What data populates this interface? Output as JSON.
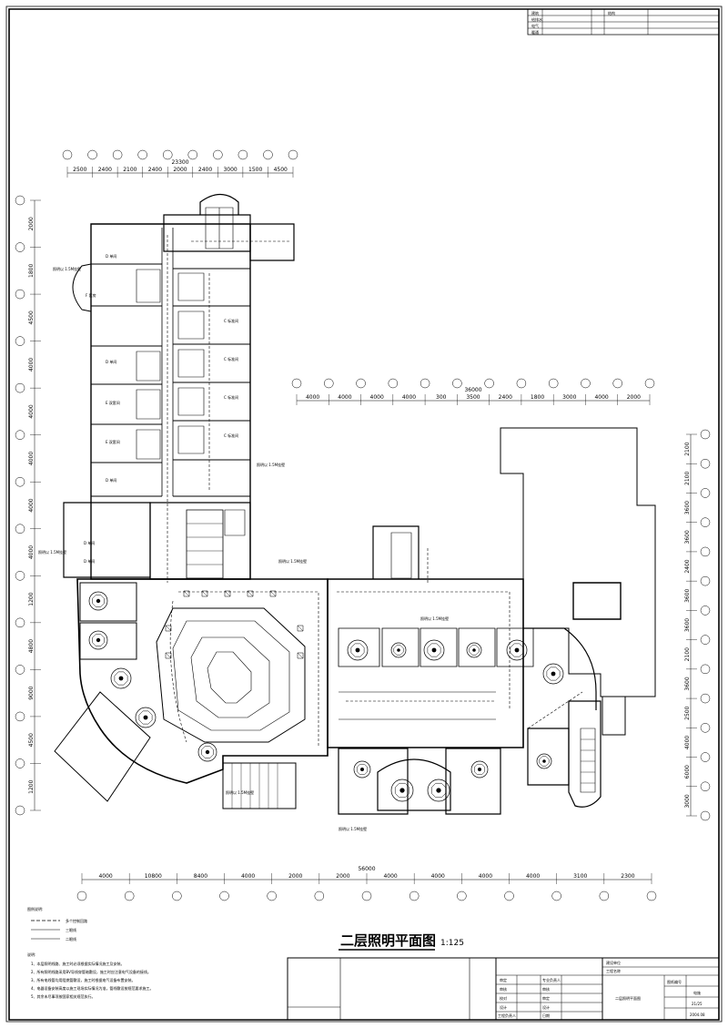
{
  "drawing_title": "二层照明平面图",
  "scale": "1:125",
  "top_dims_a": [
    "2500",
    "2400",
    "2100",
    "2400",
    "2000",
    "2400",
    "3000",
    "1500",
    "4500"
  ],
  "top_total_a": "23300",
  "mid_dims_b": [
    "4000",
    "4000",
    "4000",
    "4000",
    "300",
    "3500",
    "2400",
    "1800",
    "3000",
    "4000",
    "2000"
  ],
  "mid_total_b": "36000",
  "bottom_dims": [
    "4000",
    "10800",
    "8400",
    "4000",
    "2000",
    "2000",
    "4000",
    "4000",
    "4000",
    "4000",
    "3100",
    "2300"
  ],
  "bottom_total": "56000",
  "left_dims": [
    "2000",
    "1800",
    "4500",
    "4000",
    "4000",
    "4000",
    "4000",
    "4000",
    "1200",
    "4800",
    "9000",
    "4500",
    "1200"
  ],
  "right_dims": [
    "2100",
    "2100",
    "3600",
    "3600",
    "2400",
    "3600",
    "3600",
    "2100",
    "3600",
    "2500",
    "4000",
    "6000",
    "3000"
  ],
  "room_labels": [
    "D 单间",
    "F 套房",
    "C 标准间",
    "D 单间",
    "E 双套间",
    "E 双套间",
    "D 单间",
    "C 标准间",
    "C 标准间",
    "C 标准间",
    "D 单间",
    "D 单间"
  ],
  "annotations": [
    "照明以 1.5M挂壁",
    "照明以 1.5M挂壁",
    "照明以 1.5M挂壁",
    "照明以 1.5M挂壁",
    "照明以 1.5M挂壁",
    "照明以 1.5M挂壁",
    "照明以 1.5M挂壁"
  ],
  "legend_title": "图例说明:",
  "legend_items": [
    "多个控制回路",
    "三眼线",
    "二眼线"
  ],
  "notes_title": "说明:",
  "notes": [
    "1、本层照明线路、施工时必须根据实际情况施工及安装。",
    "2、所有照明线路采用BV导线穿管暗敷设，施工时应注意电气设备的接线。",
    "3、所有电线管均用阻燃管敷设，施工时根据电气设备布置安装。",
    "4、电器设备安装高度以施工现场实际情况为准，管线敷设按规范要求施工。",
    "5、其余未尽事项按国家相关规范执行。"
  ],
  "titleblock_top": {
    "rows": [
      [
        "建筑",
        "结构"
      ],
      [
        "给排水",
        ""
      ],
      [
        "电气",
        ""
      ],
      [
        "暖通",
        ""
      ]
    ]
  },
  "titleblock": {
    "left_rows": [
      "审定",
      "审核",
      "校对",
      "设计",
      "工程负责人"
    ],
    "right_rows": [
      "专业负责人",
      "审核",
      "审定",
      "设计",
      "日期"
    ],
    "project_label": "建设单位",
    "project_label2": "工程名称",
    "sheet_name": "二层照明平面图",
    "drawing_no_label": "图纸编号",
    "discipline": "电施",
    "sheet_no": "21/25",
    "date": "2004.08"
  }
}
